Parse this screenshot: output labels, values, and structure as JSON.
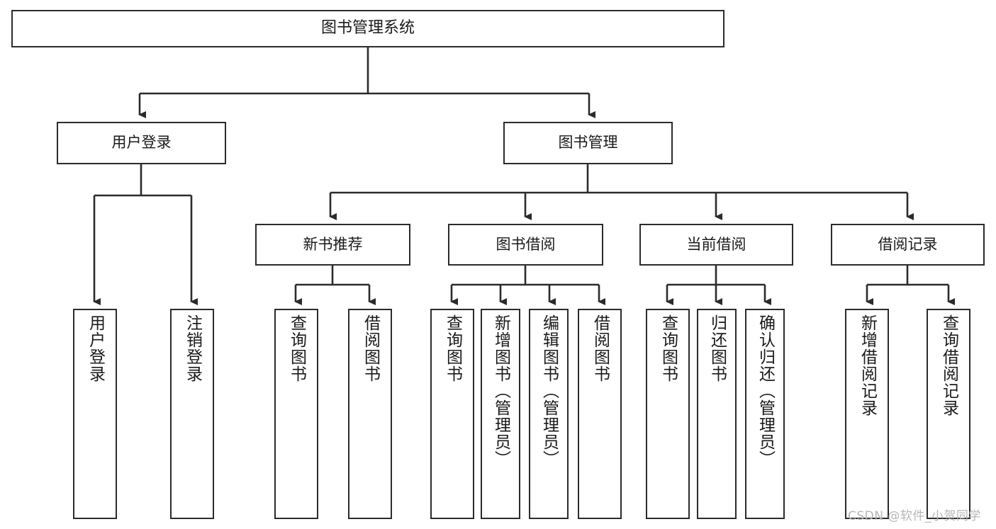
{
  "diagram": {
    "title": "图书管理系统",
    "type": "tree-hierarchy-diagram",
    "background_color": "#ffffff",
    "stroke_color": "#2b2b2b",
    "nodes": {
      "root": {
        "label": "图书管理系统"
      },
      "level2": [
        {
          "label": "用户登录"
        },
        {
          "label": "图书管理"
        }
      ],
      "level3": [
        {
          "label": "新书推荐"
        },
        {
          "label": "图书借阅"
        },
        {
          "label": "当前借阅"
        },
        {
          "label": "借阅记录"
        }
      ],
      "leaves": {
        "user_login": [
          {
            "label": "用户登录"
          },
          {
            "label": "注销登录"
          }
        ],
        "new_book_recommend": [
          {
            "label": "查询图书"
          },
          {
            "label": "借阅图书"
          }
        ],
        "book_borrow": [
          {
            "label": "查询图书"
          },
          {
            "label": "新增图书（管理员）"
          },
          {
            "label": "编辑图书（管理员）"
          },
          {
            "label": "借阅图书"
          }
        ],
        "current_borrow": [
          {
            "label": "查询图书"
          },
          {
            "label": "归还图书"
          },
          {
            "label": "确认归还（管理员）"
          }
        ],
        "borrow_record": [
          {
            "label": "新增借阅记录"
          },
          {
            "label": "查询借阅记录"
          }
        ]
      }
    },
    "watermark": "CSDN @软件_小贺同学"
  }
}
